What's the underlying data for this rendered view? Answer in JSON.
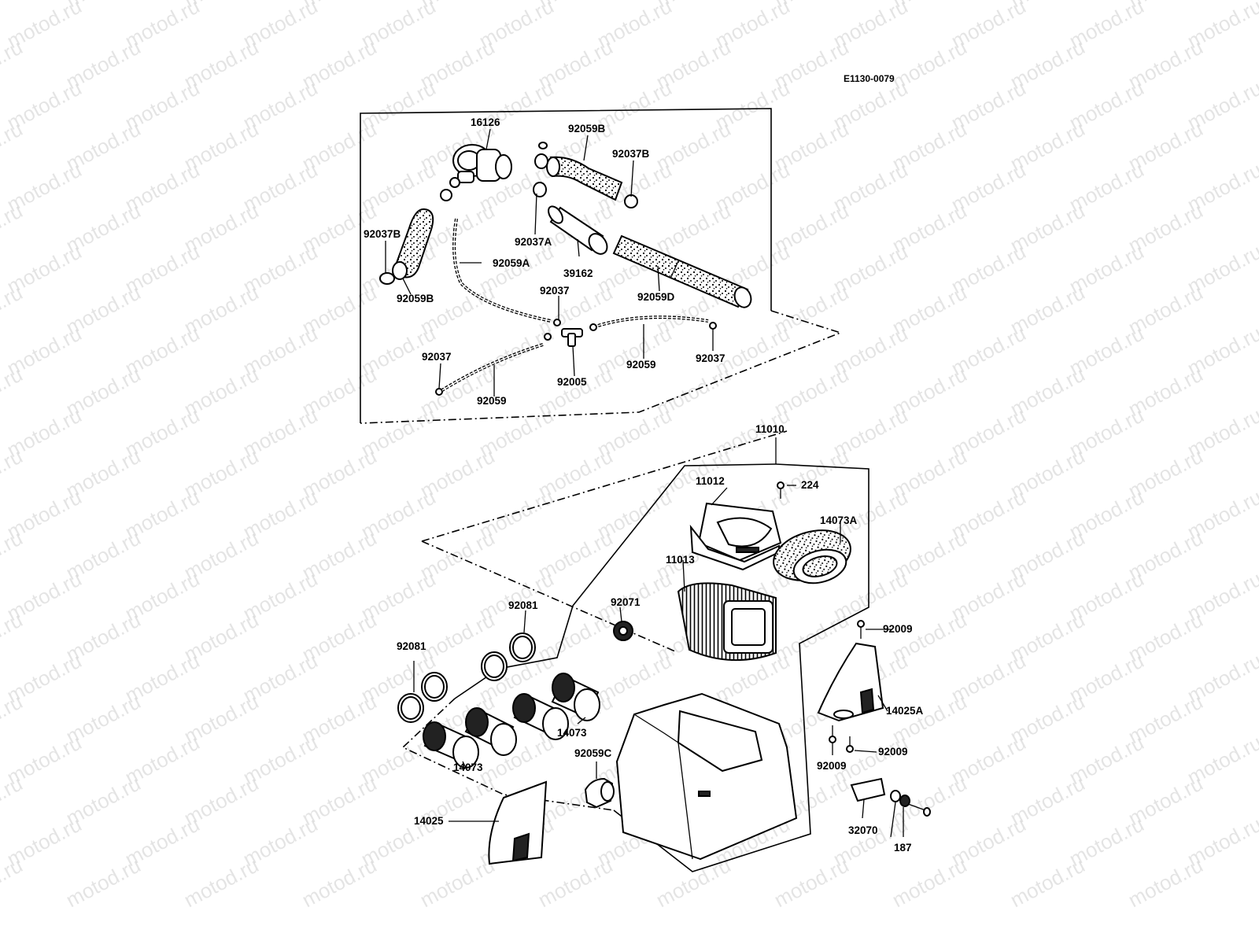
{
  "drawing_code": "E1130-0079",
  "watermark_text": "motod.ru",
  "labels": {
    "p16126": "16126",
    "p92059B_top": "92059B",
    "p92037B_right": "92037B",
    "p92037B_left": "92037B",
    "p92037A": "92037A",
    "p92059A": "92059A",
    "p92059B_left": "92059B",
    "p39162": "39162",
    "p92059D": "92059D",
    "p92037_mid": "92037",
    "p92037_left": "92037",
    "p92037_right": "92037",
    "p92059_right": "92059",
    "p92005": "92005",
    "p92059_left": "92059",
    "p11010": "11010",
    "p11012": "11012",
    "p224": "224",
    "p14073A": "14073A",
    "p11013": "11013",
    "p92071": "92071",
    "p92081_top": "92081",
    "p92081_left": "92081",
    "p92009_top": "92009",
    "p14025A": "14025A",
    "p14073_right": "14073",
    "p14073_left": "14073",
    "p92059C": "92059C",
    "p92009_bl": "92009",
    "p92009_br": "92009",
    "p14025": "14025",
    "p32070": "32070",
    "p187": "187"
  }
}
